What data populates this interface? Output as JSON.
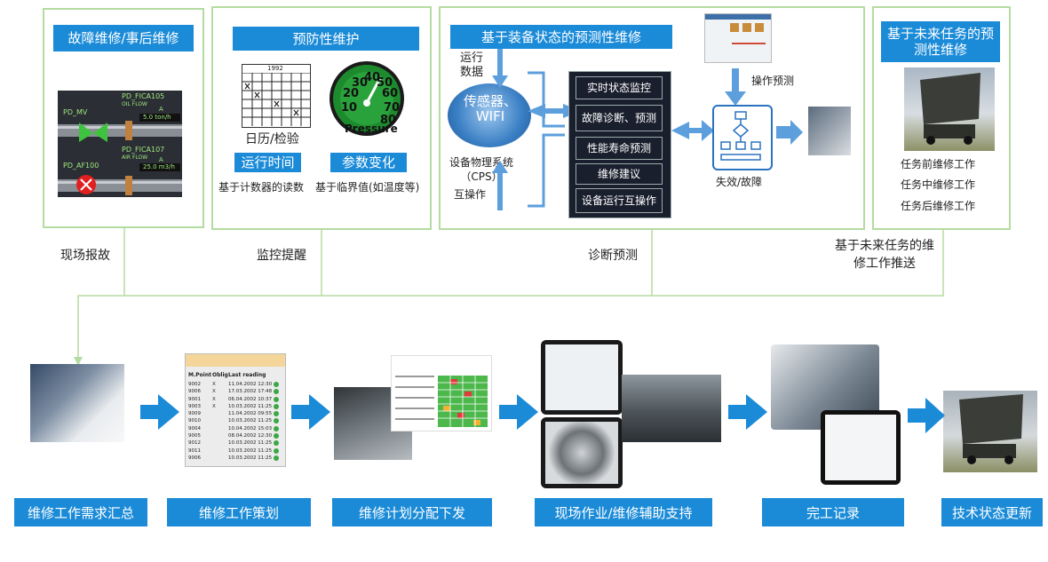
{
  "panels": {
    "p1": {
      "title": "故障维修/事后维修",
      "pid_labels": [
        "PD_MV",
        "PD_FICA105",
        "OIL FLOW",
        "5.0 ton/h",
        "PD_FICA107",
        "AIR FLOW",
        "PD_AF100",
        "25.0 m3/h",
        "A",
        "A"
      ]
    },
    "p2": {
      "title": "预防性维护",
      "calendar_year": "1992",
      "calendar_label": "日历/检验",
      "gauge_numbers": [
        "10",
        "20",
        "30",
        "40",
        "50",
        "60",
        "70",
        "80"
      ],
      "gauge_label": "Pressure",
      "runtime_label": "运行时间",
      "param_label": "参数变化",
      "counter_text": "基于计数器的读数",
      "threshold_text": "基于临界值(如温度等)"
    },
    "p3": {
      "title": "基于装备状态的预测性维修",
      "run_data": "运行数据",
      "sensor": "传感器、WIFI",
      "cps": "设备物理系统（CPS）",
      "interop": "互操作",
      "boxes": [
        "实时状态监控",
        "故障诊断、预测",
        "性能寿命预测",
        "维修建议",
        "设备运行互操作"
      ],
      "operate_predict": "操作预测",
      "failure": "失效/故障"
    },
    "p4": {
      "title": "基于未来任务的预测性维修",
      "items": [
        "任务前维修工作",
        "任务中维修工作",
        "任务后维修工作"
      ]
    }
  },
  "flow_labels": {
    "f1": "现场报故",
    "f2": "监控提醒",
    "f3": "诊断预测",
    "f4": "基于未来任务的维修工作推送"
  },
  "table": {
    "headers": [
      "M.Point",
      "Oblig",
      "Last reading"
    ],
    "rows": [
      [
        "9002",
        "X",
        "11.04.2002 12:30"
      ],
      [
        "9006",
        "X",
        "17.03.2002 17:48"
      ],
      [
        "9001",
        "X",
        "06.04.2002 10:37"
      ],
      [
        "9003",
        "X",
        "10.03.2002 11:25"
      ],
      [
        "9009",
        "",
        "11.04.2002 09:55"
      ],
      [
        "9010",
        "",
        "10.03.2002 11:25"
      ],
      [
        "9004",
        "",
        "10.04.2002 15:03"
      ],
      [
        "9005",
        "",
        "08.04.2002 12:30"
      ],
      [
        "9012",
        "",
        "10.03.2002 11:25"
      ],
      [
        "9011",
        "",
        "10.03.2002 11:25"
      ],
      [
        "9006",
        "",
        "10.03.2002 11:25"
      ]
    ]
  },
  "bottom_steps": [
    "维修工作需求汇总",
    "维修工作策划",
    "维修计划分配下发",
    "现场作业/维修辅助支持",
    "完工记录",
    "技术状态更新"
  ]
}
